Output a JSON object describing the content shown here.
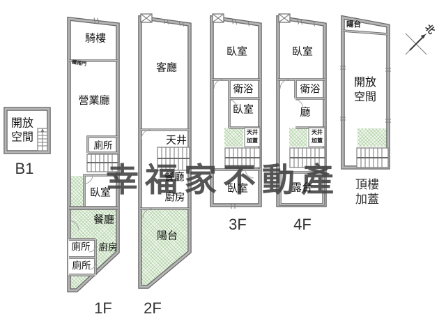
{
  "watermark": "幸福家不動產",
  "compass": {
    "north": "北"
  },
  "colors": {
    "hatch_green": "#c3dcba",
    "wall_gray": "#a9a9a9",
    "watermark_gray": "#444444"
  },
  "floors": {
    "b1": {
      "label": "B1",
      "open_space": "開放空間"
    },
    "f1": {
      "label": "1F",
      "arcade": "騎樓",
      "rolling_door": "鐵捲門",
      "business_hall": "營業廳",
      "toilet_upper": "廁所",
      "bedroom": "臥室",
      "dining": "餐廳",
      "toilet_mid": "廁所",
      "kitchen": "廚房",
      "toilet_lower": "廁所"
    },
    "f2": {
      "label": "2F",
      "living_room": "客廳",
      "light_well": "天井",
      "dining": "餐廳",
      "kitchen": "廚房",
      "balcony": "陽台"
    },
    "f3": {
      "label": "3F",
      "bedroom_front": "臥室",
      "bathroom": "衛浴",
      "bedroom_mid": "臥室",
      "light_well_covered": "天井加蓋",
      "bedroom_rear": "臥室"
    },
    "f4": {
      "label": "4F",
      "bedroom_front": "臥室",
      "bathroom": "衛浴",
      "hall": "廳",
      "light_well_covered": "天井加蓋",
      "terrace": "露台"
    },
    "roof": {
      "label": "頂樓加蓋",
      "balcony": "陽台",
      "open_space": "開放空間"
    }
  }
}
